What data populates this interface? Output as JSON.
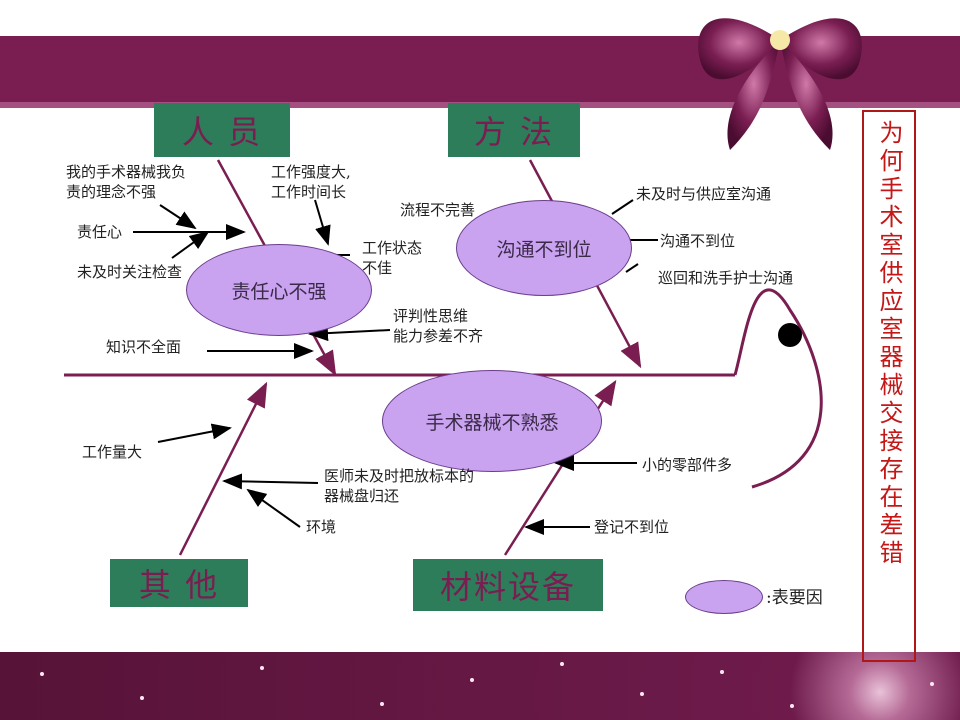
{
  "categories": {
    "people": "人  员",
    "method": "方  法",
    "other": "其  他",
    "materials": "材料设备"
  },
  "causes": {
    "responsibility": "责任心不强",
    "communication": "沟通不到位",
    "unfamiliar": "手术器械不熟悉"
  },
  "people_labels": {
    "concept": "我的手术器械我负\n责的理念不强",
    "responsibility_heart": "责任心",
    "attention": "未及时关注检查",
    "intensity": "工作强度大,\n工作时间长",
    "work_state": "工作状态\n不佳",
    "critical_thinking": "评判性思维\n能力参差不齐",
    "knowledge": "知识不全面"
  },
  "method_labels": {
    "process": "流程不完善",
    "supply_comm": "未及时与供应室沟通",
    "comm_gap": "沟通不到位",
    "nurse_comm": "巡回和洗手护士沟通"
  },
  "other_labels": {
    "workload": "工作量大",
    "doctor": "医师未及时把放标本的\n器械盘归还",
    "environment": "环境"
  },
  "material_labels": {
    "small_parts": "小的零部件多",
    "registration": "登记不到位"
  },
  "legend": {
    "text": ":表要因"
  },
  "effect": {
    "text": "为何手术室供应室器械交接存在差错"
  },
  "colors": {
    "accent": "#7a1e52",
    "tag_bg": "#2e7d5a",
    "ellipse": "#c9a2f0",
    "effect_red": "#c41818"
  }
}
